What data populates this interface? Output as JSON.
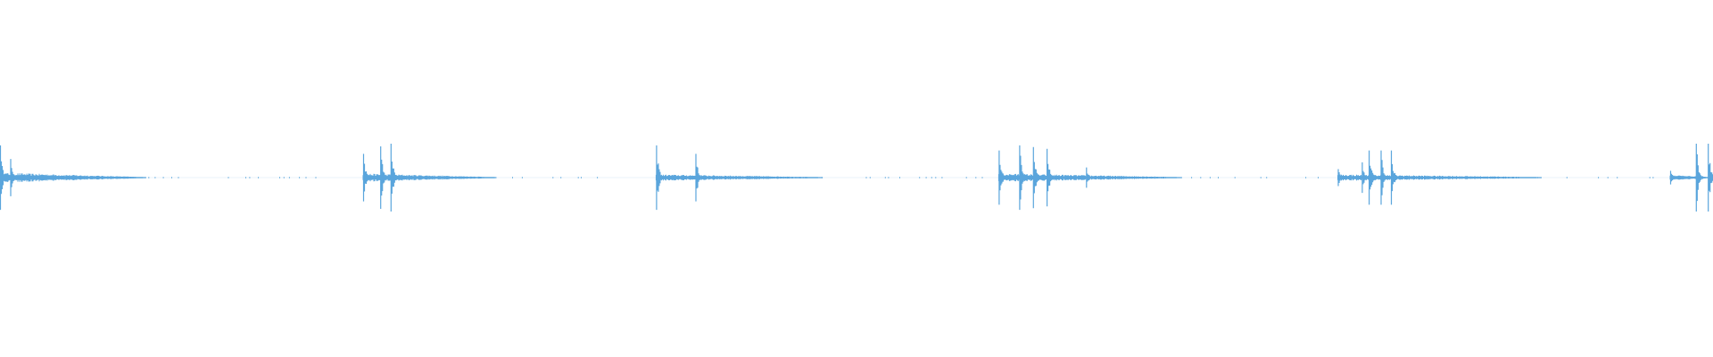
{
  "colors": {
    "background": "#ffffff",
    "waveform": "#5aa5dc"
  },
  "waveform": {
    "duration_fraction_per_hit": "relative",
    "hits": [
      {
        "t": 0.0,
        "amp": 0.95
      },
      {
        "t": 0.006,
        "amp": 0.55
      },
      {
        "t": 0.212,
        "amp": 0.7
      },
      {
        "t": 0.222,
        "amp": 0.92
      },
      {
        "t": 0.228,
        "amp": 1.0
      },
      {
        "t": 0.383,
        "amp": 0.95
      },
      {
        "t": 0.406,
        "amp": 0.7
      },
      {
        "t": 0.583,
        "amp": 0.8
      },
      {
        "t": 0.595,
        "amp": 0.95
      },
      {
        "t": 0.603,
        "amp": 0.9
      },
      {
        "t": 0.611,
        "amp": 0.85
      },
      {
        "t": 0.634,
        "amp": 0.3
      },
      {
        "t": 0.781,
        "amp": 0.25
      },
      {
        "t": 0.795,
        "amp": 0.45
      },
      {
        "t": 0.799,
        "amp": 0.8
      },
      {
        "t": 0.806,
        "amp": 0.8
      },
      {
        "t": 0.812,
        "amp": 0.8
      },
      {
        "t": 0.975,
        "amp": 0.2
      },
      {
        "t": 0.99,
        "amp": 1.0
      },
      {
        "t": 0.997,
        "amp": 1.0
      }
    ],
    "tails": [
      {
        "start": 0.0,
        "end": 0.085,
        "level": 0.1
      },
      {
        "start": 0.212,
        "end": 0.29,
        "level": 0.08
      },
      {
        "start": 0.383,
        "end": 0.48,
        "level": 0.06
      },
      {
        "start": 0.583,
        "end": 0.69,
        "level": 0.08
      },
      {
        "start": 0.781,
        "end": 0.9,
        "level": 0.06
      },
      {
        "start": 0.975,
        "end": 1.0,
        "level": 0.05
      }
    ],
    "specks": [
      {
        "start": 0.085,
        "end": 0.195
      },
      {
        "start": 0.29,
        "end": 0.35
      },
      {
        "start": 0.48,
        "end": 0.575
      },
      {
        "start": 0.69,
        "end": 0.775
      },
      {
        "start": 0.9,
        "end": 0.972
      }
    ]
  }
}
